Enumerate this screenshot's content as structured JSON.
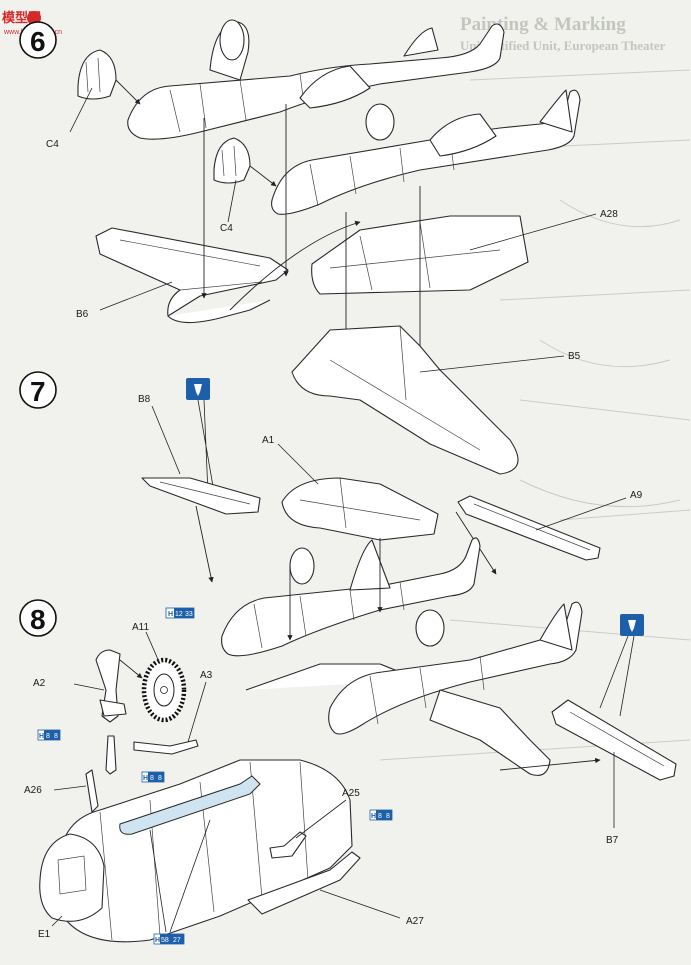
{
  "watermark": {
    "logo_text": "模型网",
    "url": "www.hasegawa.cn",
    "header_text": "Painting & Marking",
    "subheader_text": "Unidentified Unit, European Theater"
  },
  "steps": [
    {
      "number": "6"
    },
    {
      "number": "7"
    },
    {
      "number": "8"
    }
  ],
  "part_labels": {
    "c4_upper": "C4",
    "c4_lower": "C4",
    "a28": "A28",
    "b6": "B6",
    "b5": "B5",
    "b8": "B8",
    "a1": "A1",
    "a9": "A9",
    "a11": "A11",
    "a2": "A2",
    "a3": "A3",
    "a26": "A26",
    "a25": "A25",
    "b7": "B7",
    "e1": "E1",
    "a27": "A27"
  },
  "paint_callouts": {
    "a11_h": "H",
    "a11_n1": "12",
    "a11_n2": "33",
    "a2_h": "H",
    "a2_n1": "8",
    "a2_n2": "8",
    "a3_h": "H",
    "a3_n1": "8",
    "a3_n2": "8",
    "a25_h": "H",
    "a25_n1": "8",
    "a25_n2": "8",
    "e1_h": "H",
    "e1_n1": "58",
    "e1_n2": "27"
  },
  "colors": {
    "callout_blue": "#1d5fa8",
    "clear_part": "#cfe4f1",
    "paper": "#f1f2ee",
    "line": "#2a2a2a"
  },
  "icons": [
    "cement-icon",
    "cement-icon"
  ]
}
